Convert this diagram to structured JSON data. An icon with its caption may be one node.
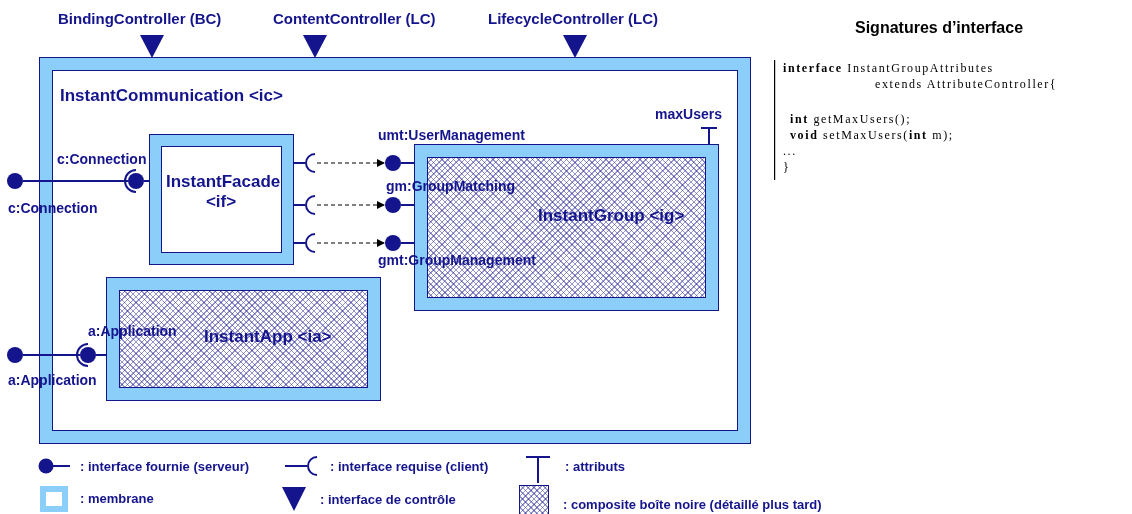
{
  "diagram": {
    "nodes": [
      {
        "text": [
          "InstantCommunication <ic>"
        ]
      },
      {
        "text": [
          "c:Connection"
        ]
      },
      {
        "text": [
          "c:Connection"
        ],
        "in": 0
      },
      {
        "text": [
          "InstantFacade <if>"
        ],
        "in": 0
      },
      {
        "text": [],
        "shape": "socket",
        "in": 0
      },
      {
        "text": [],
        "shape": "socket",
        "in": 0
      },
      {
        "text": [],
        "shape": "socket",
        "in": 0
      },
      {
        "text": [
          "umt:UserManagement"
        ],
        "in": 0
      },
      {
        "text": [
          "gm:GroupMatching"
        ],
        "in": 0
      },
      {
        "text": [
          "gmt:GroupManagement"
        ],
        "in": 0
      },
      {
        "text": [
          "InstantGroup <ig>"
        ],
        "in": 0,
        "beside": [
          "maxUsers"
        ]
      },
      {
        "text": [
          "a:Application"
        ]
      },
      {
        "text": [
          "a:Application"
        ],
        "in": 0
      },
      {
        "text": [
          "InstantApp <ia>"
        ],
        "in": 0
      }
    ],
    "edges": [
      {
        "from": 1,
        "to": 2,
        "arrow": "other"
      },
      {
        "from": 2,
        "to": 3,
        "arrow": "none"
      },
      {
        "from": 3,
        "to": 4,
        "arrow": "none"
      },
      {
        "from": 3,
        "to": 5,
        "arrow": "none"
      },
      {
        "from": 3,
        "to": 6,
        "arrow": "none"
      },
      {
        "from": 4,
        "to": 7,
        "arrow": "to",
        "style": "dashed",
        "color": "#000000"
      },
      {
        "from": 5,
        "to": 8,
        "arrow": "to",
        "style": "dashed",
        "color": "#000000"
      },
      {
        "from": 6,
        "to": 9,
        "arrow": "to",
        "style": "dashed",
        "color": "#000000"
      },
      {
        "from": 7,
        "to": 10,
        "arrow": "none"
      },
      {
        "from": 8,
        "to": 10,
        "arrow": "none"
      },
      {
        "from": 9,
        "to": 10,
        "arrow": "none"
      },
      {
        "from": 11,
        "to": 12,
        "arrow": "other"
      },
      {
        "from": 12,
        "to": 13,
        "arrow": "none"
      }
    ],
    "labels": [
      "BindingController (BC)",
      "ContentController (LC)",
      "LifecycleController (LC)",
      "Signatures d’interface",
      "**interface** InstantGroupAttributes",
      "extends AttributeController{",
      "**int** getMaxUsers();",
      "**void** setMaxUsers(**int** m);",
      "...",
      "}"
    ],
    "legend": [
      {
        "text": ": interface fournie (serveur)"
      },
      {
        "text": ": interface requise (client)"
      },
      {
        "text": ": attributs"
      },
      {
        "text": ": membrane"
      },
      {
        "text": ": interface de contrôle"
      },
      {
        "text": ": composite boîte noire (détaillé plus tard)"
      }
    ]
  }
}
